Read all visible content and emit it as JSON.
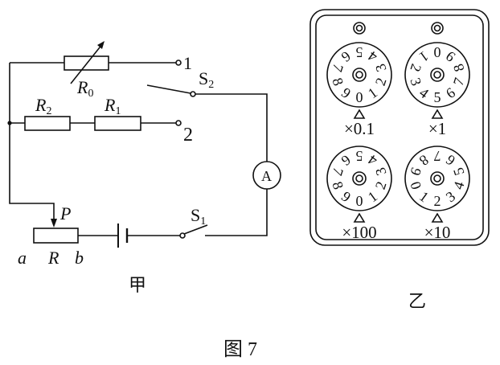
{
  "circuit": {
    "caption": "甲",
    "labels": {
      "r0": "R",
      "r0_sub": "0",
      "r1": "R",
      "r1_sub": "1",
      "r2": "R",
      "r2_sub": "2",
      "terminal1": "1",
      "terminal2": "2",
      "s2": "S",
      "s2_sub": "2",
      "s1": "S",
      "s1_sub": "1",
      "ammeter": "A",
      "slider": "P",
      "end_a": "a",
      "rheostat": "R",
      "end_b": "b"
    }
  },
  "resistance_box": {
    "caption": "乙",
    "digits": [
      "0",
      "1",
      "2",
      "3",
      "4",
      "5",
      "6",
      "7",
      "8",
      "9"
    ],
    "dials": [
      {
        "multiplier": "×0.1",
        "indicated_digit": 0
      },
      {
        "multiplier": "×1",
        "indicated_digit": 5
      },
      {
        "multiplier": "×100",
        "indicated_digit": 0
      },
      {
        "multiplier": "×10",
        "indicated_digit": 2
      }
    ]
  },
  "figure_caption": "图 7"
}
